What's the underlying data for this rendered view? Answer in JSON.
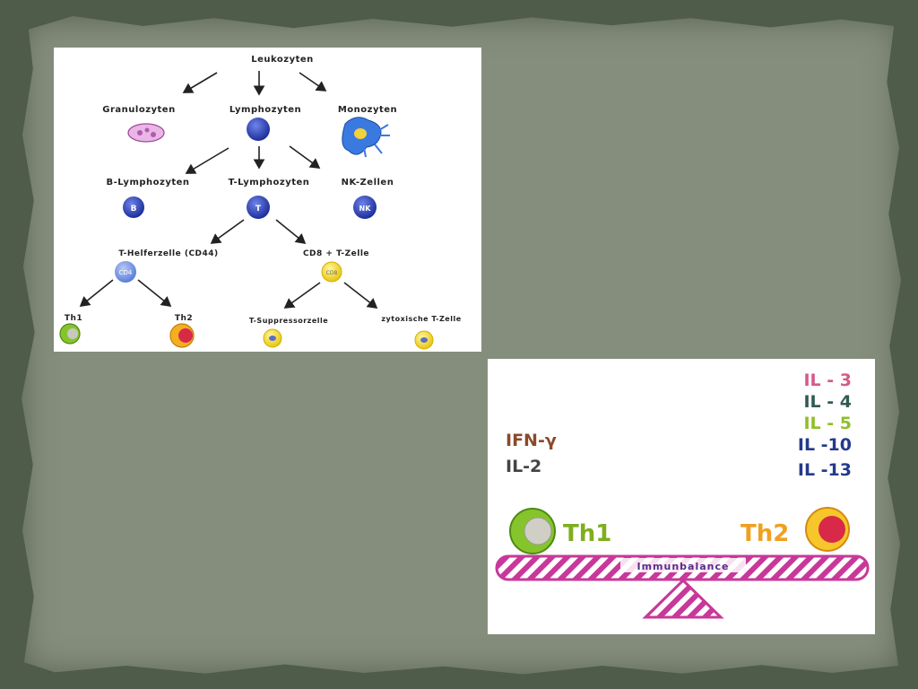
{
  "tree": {
    "root": "Leukozyten",
    "level1": [
      "Granulozyten",
      "Lymphozyten",
      "Monozyten"
    ],
    "level2": [
      "B-Lymphozyten",
      "T-Lymphozyten",
      "NK-Zellen"
    ],
    "cell_labels": {
      "b": "B",
      "t": "T",
      "nk": "NK",
      "cd4": "CD4",
      "cd8": "CD8"
    },
    "level3": [
      "T-Helferzelle (CD44)",
      "CD8 + T-Zelle"
    ],
    "level4": [
      "Th1",
      "Th2",
      "T-Suppressorzelle",
      "zytoxische T-Zelle"
    ]
  },
  "balance": {
    "left_cytokines": [
      "IFN-γ",
      "IL-2"
    ],
    "right_cytokines": [
      {
        "text": "IL - 3",
        "color": "#d45a8a"
      },
      {
        "text": "IL - 4",
        "color": "#2f5a52"
      },
      {
        "text": "IL - 5",
        "color": "#8fbf2a"
      },
      {
        "text": "IL -10",
        "color": "#243a8c"
      },
      {
        "text": "IL -13",
        "color": "#243a8c"
      }
    ],
    "th1_label": "Th1",
    "th2_label": "Th2",
    "beam_label": "Immunbalance",
    "colors": {
      "th1": "#7fbf2a",
      "th2": "#f0a020",
      "beam": "#c8389a",
      "cd4": "#6a8fe0",
      "cd8": "#f0d020",
      "lymph": "#2a3fb0"
    }
  }
}
